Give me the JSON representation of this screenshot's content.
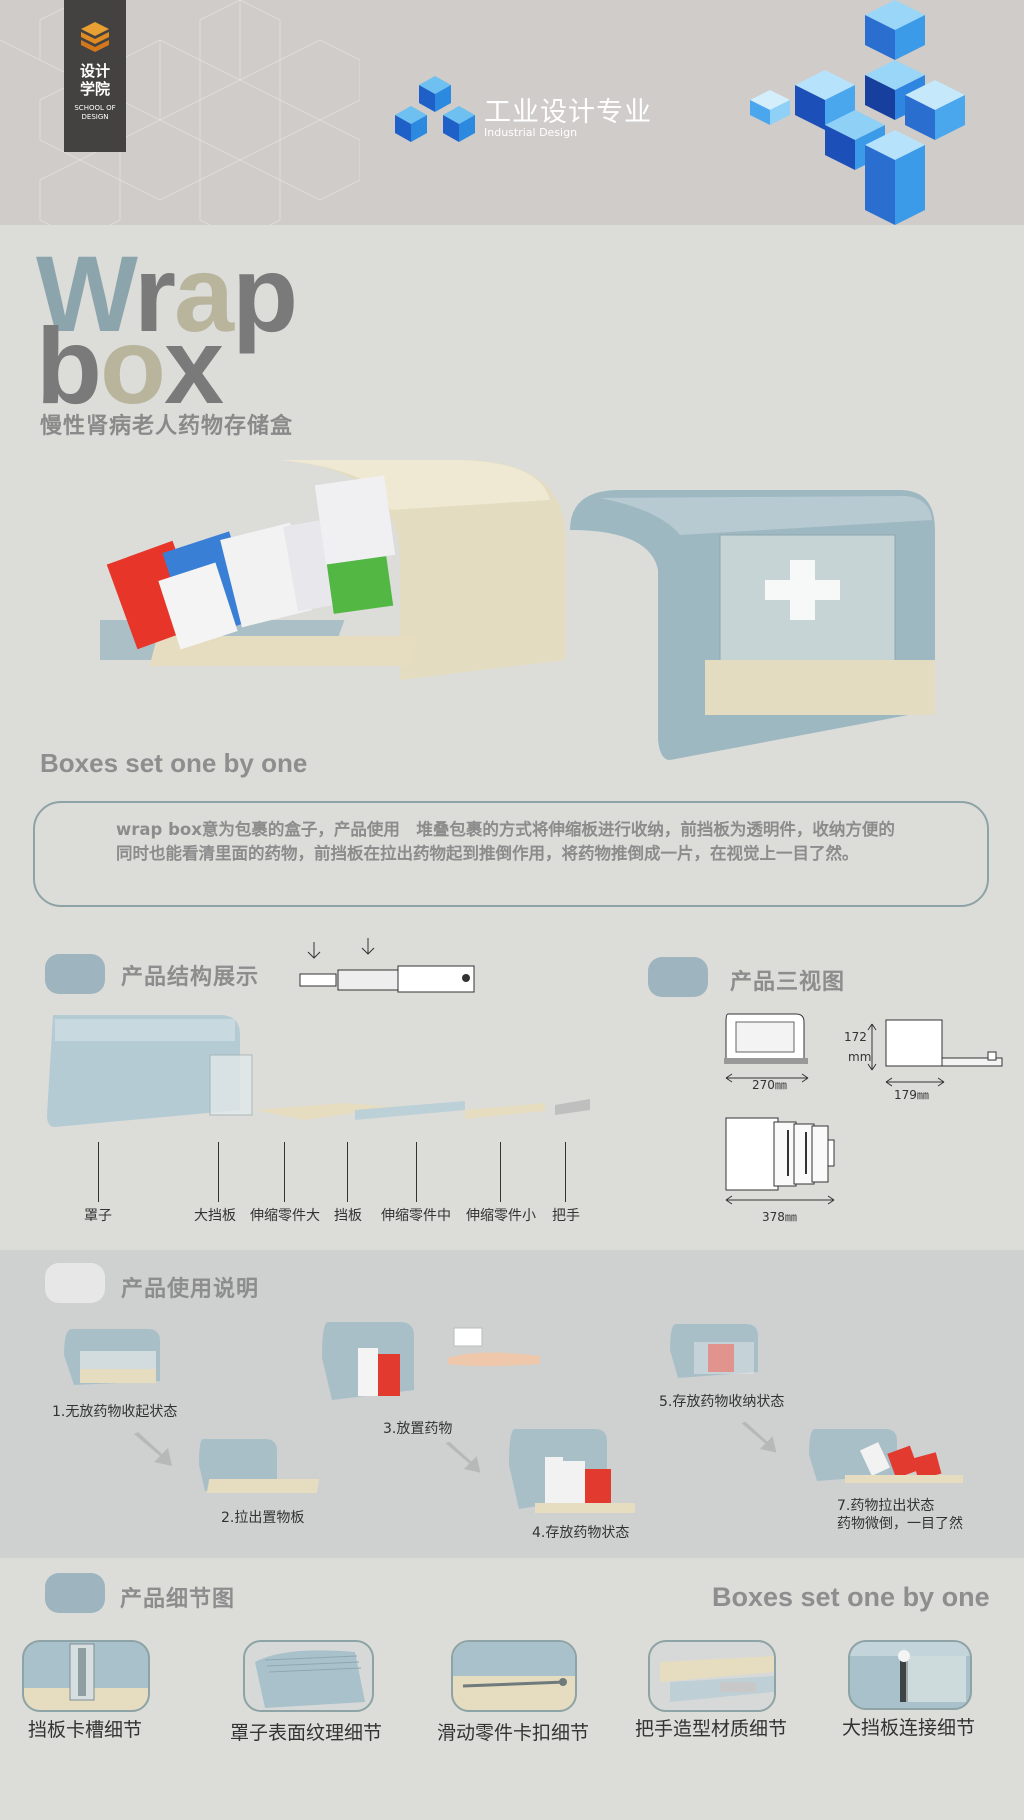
{
  "header": {
    "school_cn": "设计\n学院",
    "school_en": "SCHOOL OF\nDESIGN",
    "brand_cn": "工业设计专业",
    "brand_en": "Industrial Design"
  },
  "title": {
    "line1_a": "W",
    "line1_b": "r",
    "line1_c": "a",
    "line1_d": "p",
    "line2_a": "b",
    "line2_b": "o",
    "line2_c": "x",
    "subtitle": "慢性肾病老人药物存储盒"
  },
  "slogan": "Boxes set one by one",
  "description": "wrap box意为包裹的盒子，产品使用　堆叠包裹的方式将伸缩板进行收纳，前挡板为透明件，收纳方便的同时也能看清里面的药物，前挡板在拉出药物起到推倒作用，将药物推倒成一片，在视觉上一目了然。",
  "structure": {
    "title": "产品结构展示",
    "parts": [
      "罩子",
      "大挡板",
      "伸缩零件大",
      "挡板",
      "伸缩零件中",
      "伸缩零件小",
      "把手"
    ]
  },
  "three_view": {
    "title": "产品三视图",
    "width": "270㎜",
    "height_value": "172",
    "height_unit": "mm",
    "depth": "179㎜",
    "length": "378㎜"
  },
  "usage": {
    "title": "产品使用说明",
    "steps": [
      "1.无放药物收起状态",
      "2.拉出置物板",
      "3.放置药物",
      "4.存放药物状态",
      "5.存放药物收纳状态",
      "7.药物拉出状态\n药物微倒，一目了然"
    ]
  },
  "details": {
    "title": "产品细节图",
    "slogan": "Boxes set one by one",
    "items": [
      "挡板卡槽细节",
      "罩子表面纹理细节",
      "滑动零件卡扣细节",
      "把手造型材质细节",
      "大挡板连接细节"
    ]
  },
  "colors": {
    "light_blue": "#9eb4bf",
    "cream": "#e6dcc0",
    "frame": "#8ea3a5",
    "grey_title": "#8a8a8a"
  }
}
